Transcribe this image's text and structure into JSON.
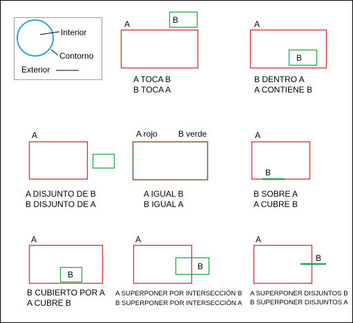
{
  "colors": {
    "a": "#e0262e",
    "b": "#1fa84a",
    "ink": "#000000",
    "circle": "#2aa3e6",
    "frame": "#9a9a9a"
  },
  "legend": {
    "interior": "Interior",
    "contorno": "Contorno",
    "exterior": "Exterior"
  },
  "panels": {
    "toca": {
      "a": "A",
      "b": "B",
      "line1": "A TOCA B",
      "line2": "B TOCA A"
    },
    "dentro": {
      "a": "A",
      "b": "B",
      "line1": "B DENTRO A",
      "line2": "A CONTIENE B"
    },
    "disjunto": {
      "a": "A",
      "line1": "A DISJUNTO DE B",
      "line2": "B DISJUNTO DE A"
    },
    "igual": {
      "a": "A rojo",
      "b": "B verde",
      "line1": "A IGUAL B",
      "line2": "B IGUAL A"
    },
    "sobre": {
      "a": "A",
      "b": "B",
      "line1": "B SOBRE A",
      "line2": "A CUBRE B"
    },
    "cubierto": {
      "a": "A",
      "b": "B",
      "line1": "B CUBIERTO POR A",
      "line2": "A CUBRE B"
    },
    "interseca": {
      "a": "A",
      "b": "B",
      "line1": "A SUPERPONER POR INTERSECCIÓN B",
      "line2": "B SUPERPONER POR INTERSECCIÓN A"
    },
    "disjuntos": {
      "a": "A",
      "b": "B",
      "line1": "A SUPERPONER DISJUNTOS B",
      "line2": "B SUPERPONER DISJUNTOS A"
    }
  }
}
